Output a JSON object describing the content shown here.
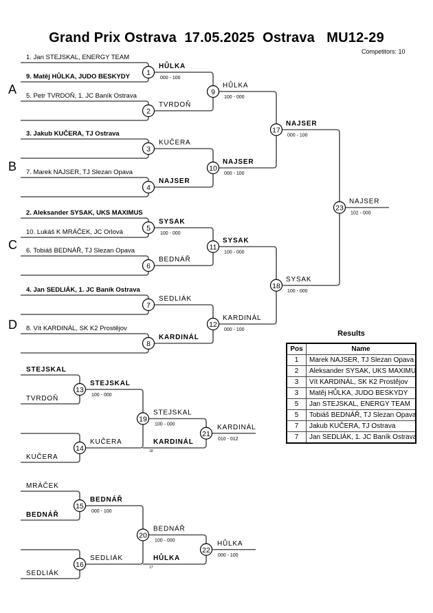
{
  "header": {
    "title": "Grand Prix Ostrava  17.05.2025  Ostrava   MU12-29",
    "competitors": "Competitors: 10"
  },
  "pools": [
    {
      "label": "A",
      "entries": [
        "1. Jan STEJSKAL, ENERGY TEAM",
        "9. Matěj HŮLKA, JUDO BESKYDY",
        "5. Petr TVRDOŇ, 1. JC Baník Ostrava",
        ""
      ]
    },
    {
      "label": "B",
      "entries": [
        "3. Jakub KUČERA, TJ Ostrava",
        "",
        "7. Marek NAJSER, TJ Slezan Opava",
        ""
      ]
    },
    {
      "label": "C",
      "entries": [
        "2. Aleksander SYSAK, UKS MAXIMUS",
        "10. Lukáš K MRÁČEK, JC Orlová",
        "6. Tobiáš BEDNÁŘ, TJ Slezan Opava",
        ""
      ]
    },
    {
      "label": "D",
      "entries": [
        "4. Jan SEDLIÁK, 1. JC Baník Ostrava",
        "",
        "8. Vít KARDINÁL, SK K2 Prostějov",
        ""
      ]
    }
  ],
  "entry_winners": [
    1,
    4,
    8,
    12
  ],
  "main_matches": {
    "r1": [
      {
        "no": "1",
        "winner": "HŮLKA",
        "score": "000 - 100",
        "bold": true
      },
      {
        "no": "2",
        "winner": "TVRDOŇ",
        "score": "",
        "bold": false
      },
      {
        "no": "3",
        "winner": "KUČERA",
        "score": "",
        "bold": false
      },
      {
        "no": "4",
        "winner": "NAJSER",
        "score": "",
        "bold": true
      },
      {
        "no": "5",
        "winner": "SYSAK",
        "score": "100 - 000",
        "bold": true
      },
      {
        "no": "6",
        "winner": "BEDNÁŘ",
        "score": "",
        "bold": false
      },
      {
        "no": "7",
        "winner": "SEDLIÁK",
        "score": "",
        "bold": false
      },
      {
        "no": "8",
        "winner": "KARDINÁL",
        "score": "",
        "bold": true
      }
    ],
    "r2": [
      {
        "no": "9",
        "winner": "HŮLKA",
        "score": "100 - 000",
        "bold": false
      },
      {
        "no": "10",
        "winner": "NAJSER",
        "score": "000 - 100",
        "bold": true
      },
      {
        "no": "11",
        "winner": "SYSAK",
        "score": "100 - 000",
        "bold": true
      },
      {
        "no": "12",
        "winner": "KARDINÁL",
        "score": "000 - 100",
        "bold": false
      }
    ],
    "r3": [
      {
        "no": "17",
        "winner": "NAJSER",
        "score": "000 - 100",
        "bold": true
      },
      {
        "no": "18",
        "winner": "SYSAK",
        "score": "100 - 000",
        "bold": false
      }
    ],
    "final": {
      "no": "23",
      "winner": "NAJSER",
      "score": "102 - 000",
      "bold": false
    }
  },
  "repechage": [
    {
      "entries": [
        {
          "name": "STEJSKAL",
          "bold": true
        },
        {
          "name": "TVRDOŇ",
          "bold": false
        },
        {
          "name": "",
          "bold": false
        },
        {
          "name": "KUČERA",
          "bold": false
        }
      ],
      "r1": [
        {
          "no": "13",
          "winner": "STEJSKAL",
          "score": "100 - 000",
          "bold": true
        },
        {
          "no": "14",
          "winner": "KUČERA",
          "score": "",
          "bold": false
        }
      ],
      "semi": {
        "no": "19",
        "winner": "STEJSKAL",
        "score": "100 - 000",
        "bold": false
      },
      "loser": {
        "name": "KARDINÁL",
        "from": "18",
        "bold": true
      },
      "bronze": {
        "no": "21",
        "winner": "KARDINÁL",
        "score": "010 - 012",
        "bold": false
      }
    },
    {
      "entries": [
        {
          "name": "MRÁČEK",
          "bold": false
        },
        {
          "name": "BEDNÁŘ",
          "bold": true
        },
        {
          "name": "",
          "bold": false
        },
        {
          "name": "SEDLIÁK",
          "bold": false
        }
      ],
      "r1": [
        {
          "no": "15",
          "winner": "BEDNÁŘ",
          "score": "000 - 100",
          "bold": true
        },
        {
          "no": "16",
          "winner": "SEDLIÁK",
          "score": "",
          "bold": false
        }
      ],
      "semi": {
        "no": "20",
        "winner": "BEDNÁŘ",
        "score": "100 - 000",
        "bold": false
      },
      "loser": {
        "name": "HŮLKA",
        "from": "17",
        "bold": true
      },
      "bronze": {
        "no": "22",
        "winner": "HŮLKA",
        "score": "000 - 100",
        "bold": false
      }
    }
  ],
  "results": {
    "title": "Results",
    "columns": [
      "Pos",
      "Name"
    ],
    "rows": [
      {
        "pos": "1",
        "name": "Marek NAJSER, TJ Slezan Opava"
      },
      {
        "pos": "2",
        "name": "Aleksander SYSAK, UKS MAXIMUS"
      },
      {
        "pos": "3",
        "name": "Vít KARDINÁL, SK K2 Prostějov"
      },
      {
        "pos": "3",
        "name": "Matěj HŮLKA, JUDO BESKYDY"
      },
      {
        "pos": "5",
        "name": "Jan STEJSKAL, ENERGY TEAM"
      },
      {
        "pos": "5",
        "name": "Tobiáš BEDNÁŘ, TJ Slezan Opava"
      },
      {
        "pos": "7",
        "name": "Jakub KUČERA, TJ Ostrava"
      },
      {
        "pos": "7",
        "name": "Jan SEDLIÁK, 1. JC Baník Ostrava"
      }
    ]
  },
  "colors": {
    "line": "#555555",
    "line_winner": "#000000",
    "text": "#000000"
  }
}
